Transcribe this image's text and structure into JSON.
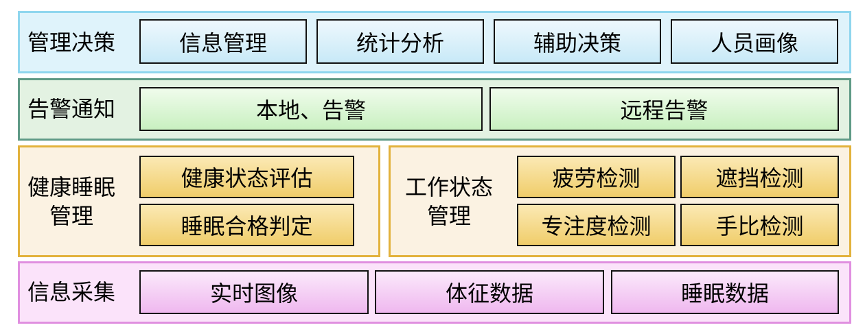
{
  "layers": {
    "management": {
      "title": "管理决策",
      "items": [
        "信息管理",
        "统计分析",
        "辅助决策",
        "人员画像"
      ]
    },
    "alarm": {
      "title": "告警通知",
      "items": [
        "本地、告警",
        "远程告警"
      ]
    },
    "health": {
      "title": "健康睡眠\n管理",
      "items": [
        "健康状态评估",
        "睡眠合格判定"
      ]
    },
    "work": {
      "title": "工作状态\n管理",
      "items": [
        "疲劳检测",
        "遮挡检测",
        "专注度检测",
        "手比检测"
      ]
    },
    "collection": {
      "title": "信息采集",
      "items": [
        "实时图像",
        "体征数据",
        "睡眠数据"
      ]
    }
  },
  "colors": {
    "management_fill": "#dff3fb",
    "management_border": "#8fd6ee",
    "alarm_fill": "#e3f2e2",
    "alarm_border": "#5f9a86",
    "health_fill": "#fbf2e2",
    "health_border": "#e2b23c",
    "collection_fill": "#fbe3fa",
    "collection_border": "#e08fe0"
  }
}
